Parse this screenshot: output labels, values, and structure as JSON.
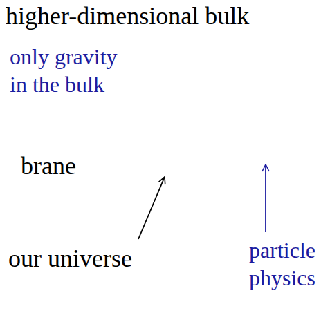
{
  "diagram": {
    "title": "higher-dimensional bulk",
    "nodes": [
      {
        "text": [
          "brane"
        ]
      }
    ],
    "labels": [
      "only gravity in the bulk",
      "our universe",
      "particle physics"
    ]
  }
}
